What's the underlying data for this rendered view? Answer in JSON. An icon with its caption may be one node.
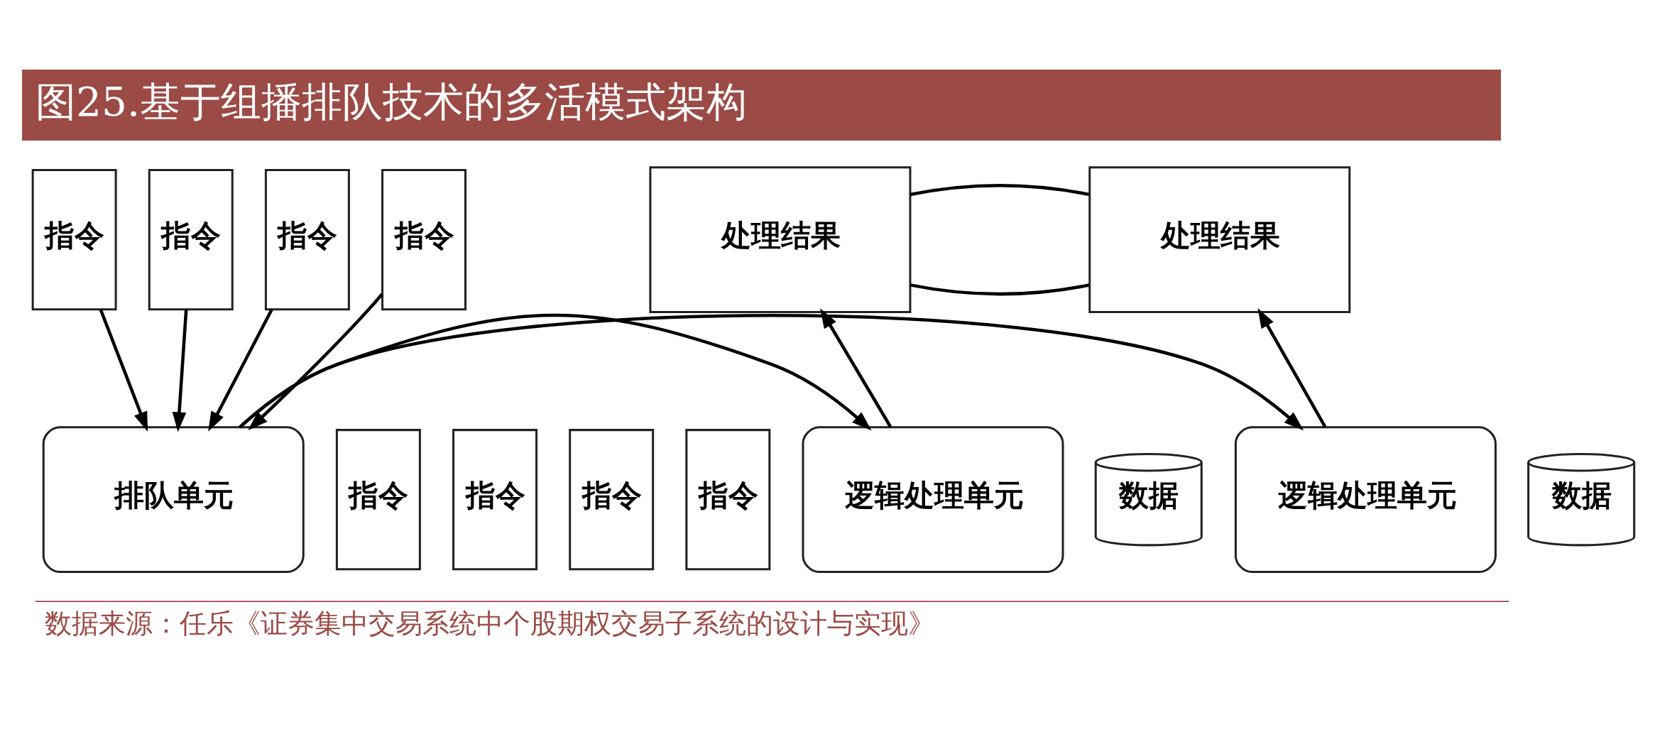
{
  "diagram": {
    "title": "图25.基于组播排队技术的多活模式架构",
    "caption": "数据来源：任乐《证券集中交易系统中个股期权交易子系统的设计与实现》",
    "nodes": [
      {
        "text": [
          "指令"
        ]
      },
      {
        "text": [
          "指令"
        ]
      },
      {
        "text": [
          "指令"
        ]
      },
      {
        "text": [
          "指令"
        ]
      },
      {
        "text": [
          "处理结果"
        ]
      },
      {
        "text": [
          "处理结果"
        ]
      },
      {
        "text": [
          "排队单元"
        ]
      },
      {
        "text": [
          "逻辑处理单元"
        ]
      },
      {
        "text": [
          "数据"
        ]
      },
      {
        "text": [
          "逻辑处理单元"
        ]
      },
      {
        "text": [
          "数据"
        ]
      },
      {
        "text": [
          "指令"
        ]
      },
      {
        "text": [
          "指令"
        ]
      },
      {
        "text": [
          "指令"
        ]
      },
      {
        "text": [
          "指令"
        ]
      }
    ],
    "edges": [
      {
        "from": 0,
        "to": 6,
        "arrow": "to"
      },
      {
        "from": 1,
        "to": 6,
        "arrow": "to"
      },
      {
        "from": 2,
        "to": 6,
        "arrow": "to"
      },
      {
        "from": 3,
        "to": 6,
        "arrow": "to"
      },
      {
        "from": 4,
        "to": 5,
        "arrow": "none"
      },
      {
        "from": 4,
        "to": 5,
        "arrow": "none"
      },
      {
        "from": 7,
        "to": 4,
        "arrow": "to"
      },
      {
        "from": 9,
        "to": 5,
        "arrow": "to"
      },
      {
        "from": 6,
        "to": 7,
        "arrow": "to"
      },
      {
        "from": 6,
        "to": 9,
        "arrow": "to"
      }
    ]
  }
}
